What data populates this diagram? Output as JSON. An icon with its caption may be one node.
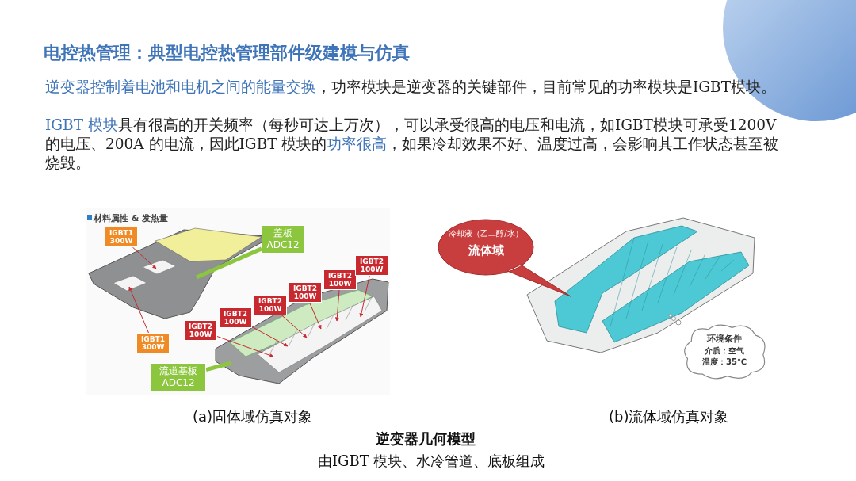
{
  "diagram": {
    "title": "电控热管理：典型电控热管理部件级建模与仿真",
    "caption": "逆变器几何模型",
    "nodes": [
      {
        "text": [
          "IGBT1",
          "300W"
        ]
      },
      {
        "text": [
          "盖板",
          "ADC12"
        ]
      },
      {
        "text": [
          "IGBT2",
          "100W"
        ]
      },
      {
        "text": [
          "IGBT2",
          "100W"
        ]
      },
      {
        "text": [
          "IGBT2",
          "100W"
        ]
      },
      {
        "text": [
          "IGBT2",
          "100W"
        ]
      },
      {
        "text": [
          "IGBT2",
          "100W"
        ]
      },
      {
        "text": [
          "IGBT2",
          "100W"
        ]
      },
      {
        "text": [
          "IGBT1",
          "300W"
        ]
      },
      {
        "text": [
          "流道基板",
          "ADC12"
        ]
      },
      {
        "text": [
          "冷却液（乙二醇/水）",
          "流体域"
        ]
      },
      {
        "text": [
          "环境条件",
          "介质：空气",
          "温度：35℃"
        ]
      }
    ],
    "edges": [
      {
        "from": 0,
        "to": null,
        "arrow": "to"
      },
      {
        "from": 1,
        "to": null,
        "arrow": "none",
        "style": "thick",
        "color": "#8cc63f"
      },
      {
        "from": 2,
        "to": null,
        "arrow": "to"
      },
      {
        "from": 3,
        "to": null,
        "arrow": "to"
      },
      {
        "from": 4,
        "to": null,
        "arrow": "to"
      },
      {
        "from": 5,
        "to": null,
        "arrow": "to"
      },
      {
        "from": 6,
        "to": null,
        "arrow": "to"
      },
      {
        "from": 7,
        "to": null,
        "arrow": "to"
      },
      {
        "from": 8,
        "to": null,
        "arrow": "to"
      },
      {
        "from": 9,
        "to": null,
        "arrow": "none",
        "style": "thick",
        "color": "#8cc63f"
      }
    ],
    "labels": [
      "**逆变器控制着电池和电机之间的能量交换**，功率模块是逆变器的关键部件，目前常见的功率模块是IGBT模块。",
      "**IGBT 模块**具有很高的开关频率（每秒可达上万次），可以承受很高的电压和电流，如IGBT模块可承受1200V 的电压、200A 的电流，因此IGBT 模块的**功率很高**，如果冷却效果不好、温度过高，会影响其工作状态甚至被烧毁。",
      "材料属性 & 发热量",
      "(a)固体域仿真对象",
      "(b)流体域仿真对象",
      "由IGBT 模块、水冷管道、底板组成"
    ]
  }
}
